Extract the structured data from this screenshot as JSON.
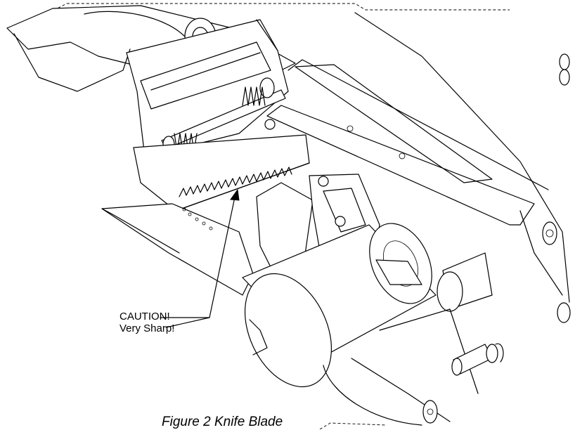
{
  "callout": {
    "line1": "CAUTION!",
    "line2": "Very Sharp!"
  },
  "caption": "Figure 2 Knife Blade",
  "colors": {
    "line": "#000000",
    "background": "#ffffff"
  }
}
